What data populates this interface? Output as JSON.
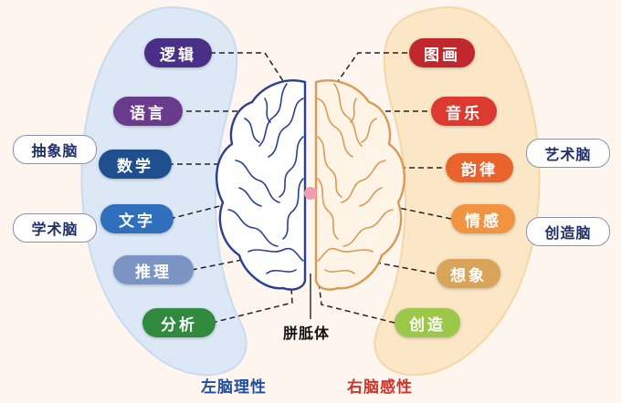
{
  "left_items": [
    {
      "label": "逻辑",
      "color": "#4a2f86"
    },
    {
      "label": "语言",
      "color": "#6a3b8c"
    },
    {
      "label": "数学",
      "color": "#1f4f8f"
    },
    {
      "label": "文字",
      "color": "#2f6fbb"
    },
    {
      "label": "推理",
      "color": "#7a94c4"
    },
    {
      "label": "分析",
      "color": "#2f8a3e"
    }
  ],
  "right_items": [
    {
      "label": "图画",
      "color": "#c0282e"
    },
    {
      "label": "音乐",
      "color": "#dc3a30"
    },
    {
      "label": "韵律",
      "color": "#e8642c"
    },
    {
      "label": "情感",
      "color": "#f19340"
    },
    {
      "label": "想象",
      "color": "#d8a45a"
    },
    {
      "label": "创造",
      "color": "#9cc84a"
    }
  ],
  "left_tags": [
    "抽象脑",
    "学术脑"
  ],
  "right_tags": [
    "艺术脑",
    "创造脑"
  ],
  "center_label": "胼胝体",
  "left_caption": "左脑理性",
  "right_caption": "右脑感性",
  "colors": {
    "left_panel": "#dce8f6",
    "left_panel_border": "#c9dbef",
    "right_panel": "#fbe7c6",
    "right_panel_border": "#f3d7a6",
    "left_brain_stroke": "#2c3e8f",
    "right_brain_stroke": "#d99a55",
    "right_brain_fill": "#fff4e6",
    "left_caption": "#1f4fa8",
    "right_caption": "#d6322a",
    "corpus": "#f39bb0"
  }
}
